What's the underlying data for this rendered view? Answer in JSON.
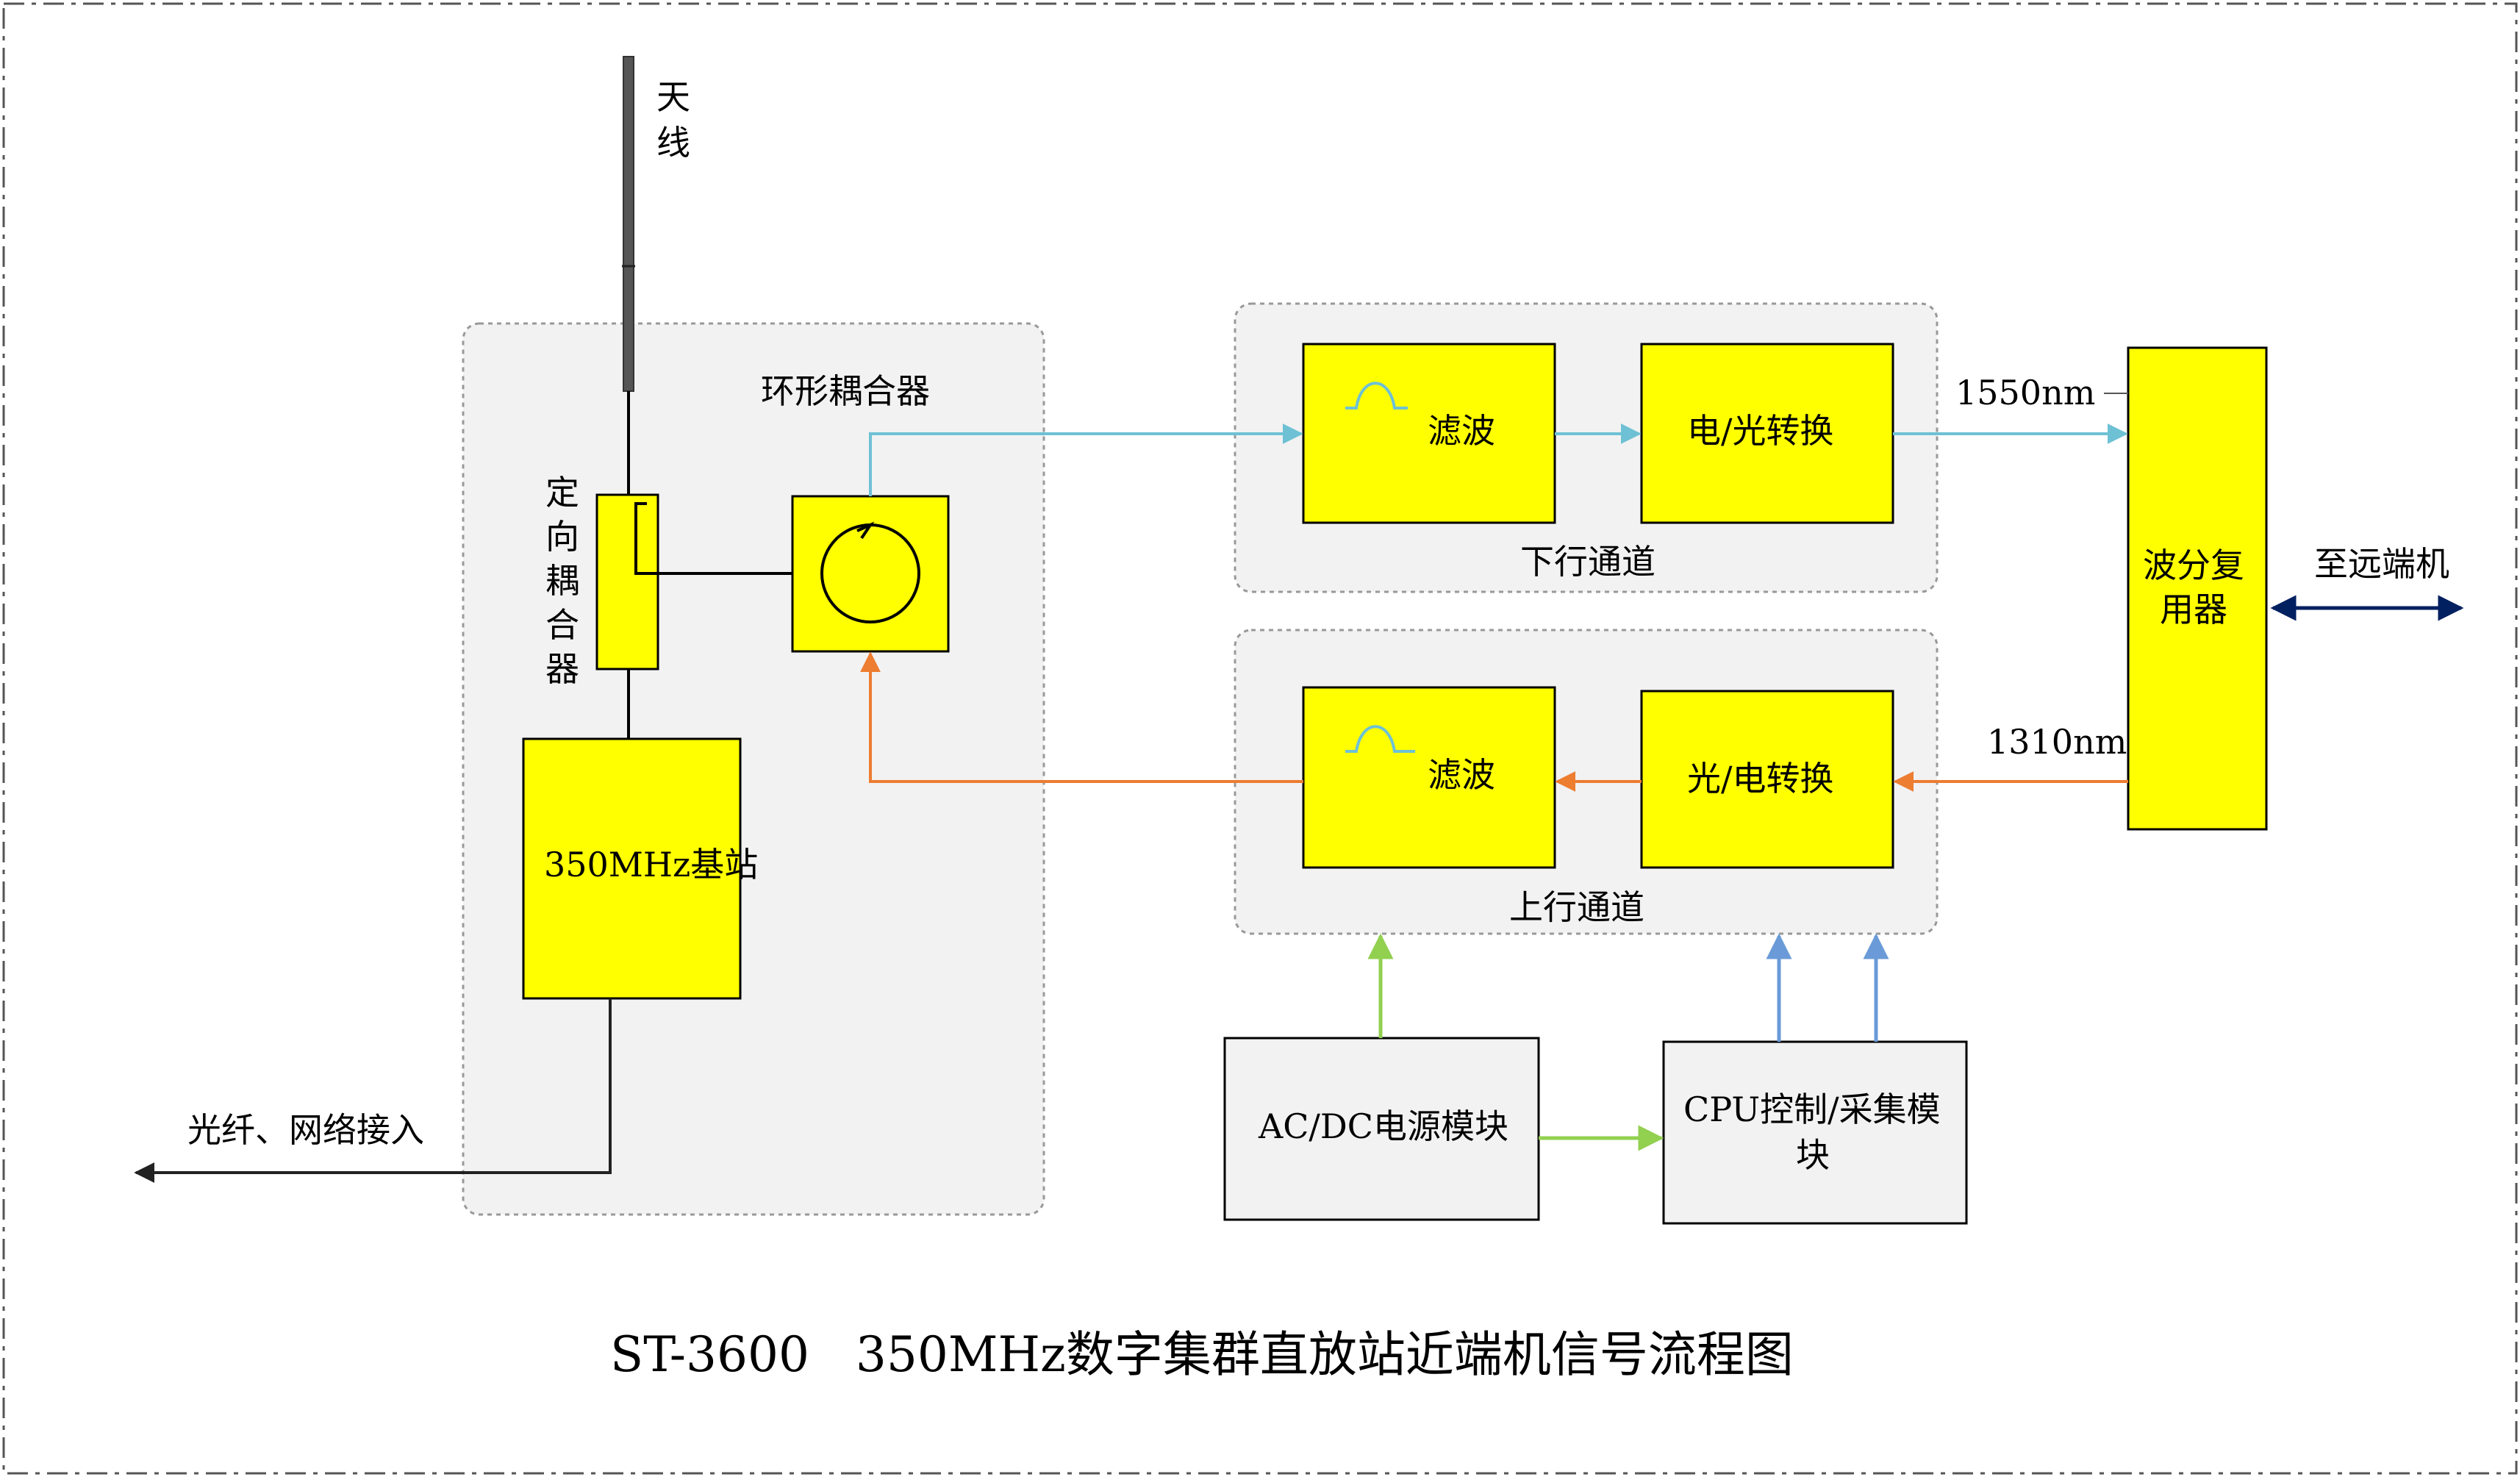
{
  "title": "ST-3600   350MHz数字集群直放站近端机信号流程图",
  "antenna_label": [
    "天",
    "线"
  ],
  "directional_coupler_label": [
    "定",
    "向",
    "耦",
    "合",
    "器"
  ],
  "circulator_label": "环形耦合器",
  "base_station_label": "350MHz基站",
  "fiber_access_label": "光纤、网络接入",
  "downlink": {
    "channel_label": "下行通道",
    "filter_label": "滤波",
    "converter_label": "电/光转换",
    "wavelength": "1550nm"
  },
  "uplink": {
    "channel_label": "上行通道",
    "filter_label": "滤波",
    "converter_label": "光/电转换",
    "wavelength": "1310nm"
  },
  "wdm_label": [
    "波分复",
    "用器"
  ],
  "remote_label": "至远端机",
  "power_module_label": "AC/DC电源模块",
  "cpu_module_label": [
    "CPU控制/采集模",
    "块"
  ],
  "colors": {
    "module_fill": "#ffff00",
    "group_fill": "#f2f2f2",
    "downlink_arrow": "#6ec1d4",
    "uplink_arrow": "#ed7d31",
    "power_arrow": "#92d050",
    "control_arrow": "#6a9bd8",
    "remote_arrow": "#002060"
  }
}
